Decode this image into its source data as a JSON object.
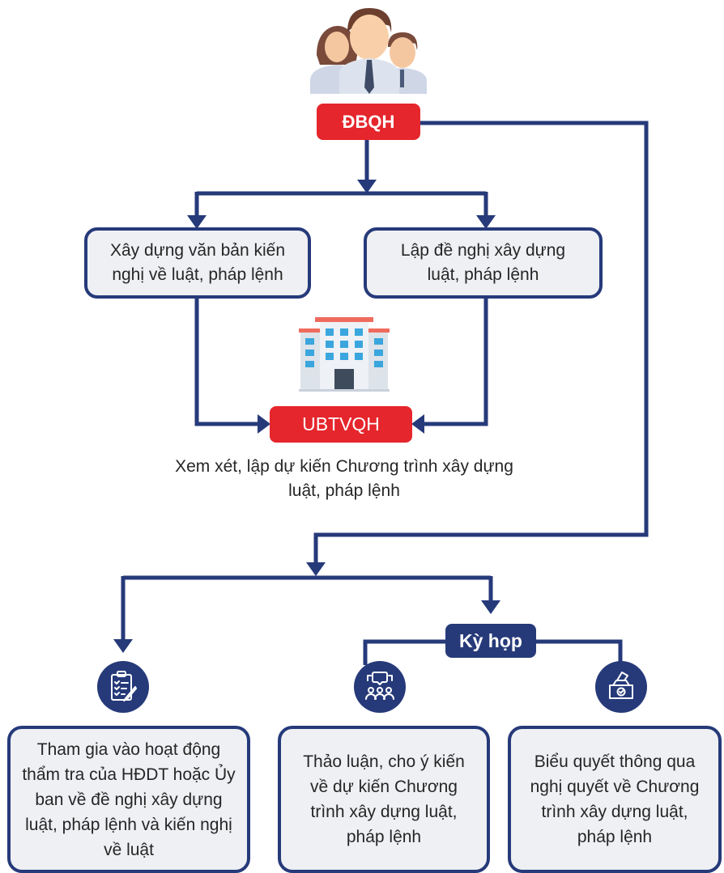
{
  "nodes": {
    "dbqh": "ĐBQH",
    "box_left": "Xây dựng văn bản kiến nghị về luật, pháp lệnh",
    "box_right": "Lập đề nghị xây dựng luật, pháp lệnh",
    "ubtvqh": "UBTVQH",
    "ubtvqh_caption": "Xem xét, lập dự kiến Chương trình xây dựng luật, pháp lệnh",
    "ky_hop": "Kỳ họp",
    "bottom_1": "Tham gia vào hoạt động thẩm tra của HĐDT hoặc Ủy ban về đề nghị xây dựng luật, pháp lệnh và kiến nghị về luật",
    "bottom_2": "Thảo luận, cho ý kiến về dự kiến Chương trình xây dựng luật, pháp lệnh",
    "bottom_3": "Biểu quyết thông qua nghị quyết về Chương trình xây dựng luật, pháp lệnh"
  },
  "icons": {
    "people": "people-group-icon",
    "building": "government-building-icon",
    "review": "clipboard-review-icon",
    "discussion": "discussion-group-icon",
    "vote": "ballot-box-icon"
  },
  "colors": {
    "connector": "#263a7a",
    "highlight": "#e5262c",
    "box_fill": "#eef0f3"
  }
}
